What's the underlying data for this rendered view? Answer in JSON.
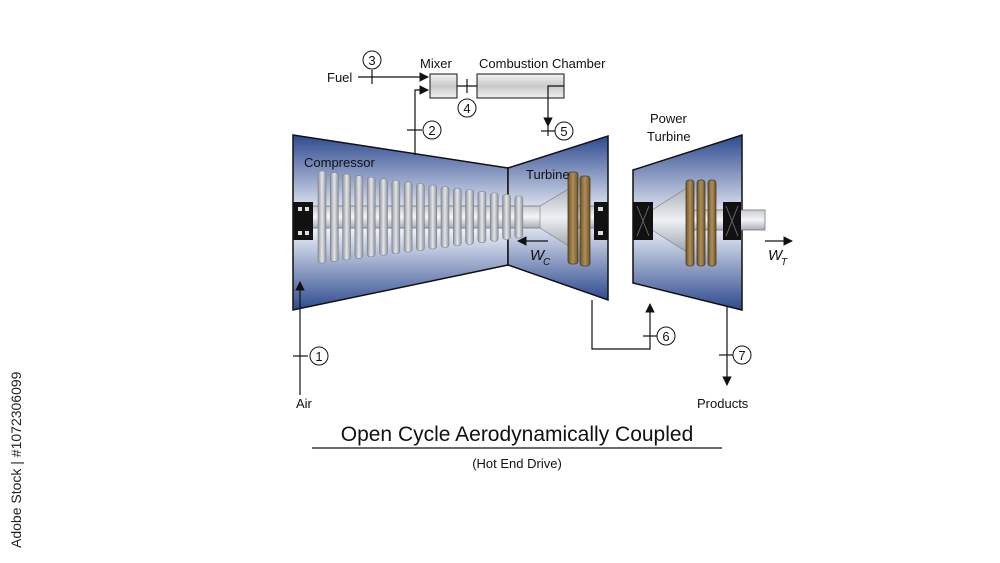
{
  "labels": {
    "fuel": "Fuel",
    "mixer": "Mixer",
    "combustion_chamber": "Combustion Chamber",
    "compressor": "Compressor",
    "turbine": "Turbine",
    "power_turbine_line1": "Power",
    "power_turbine_line2": "Turbine",
    "air": "Air",
    "products": "Products",
    "wc_main": "W",
    "wc_sub": "C",
    "wt_main": "W",
    "wt_sub": "T"
  },
  "stations": [
    "1",
    "2",
    "3",
    "4",
    "5",
    "6",
    "7"
  ],
  "title": "Open Cycle Aerodynamically Coupled",
  "subtitle": "(Hot End Drive)",
  "watermark_text": "Adobe Stock | #1072306099",
  "colors": {
    "casing_dark": "#2f4d92",
    "casing_light": "#eef1f8",
    "blade": "#b9bcc3",
    "turbine_disk": "#8a6c3c",
    "line": "#111111"
  }
}
